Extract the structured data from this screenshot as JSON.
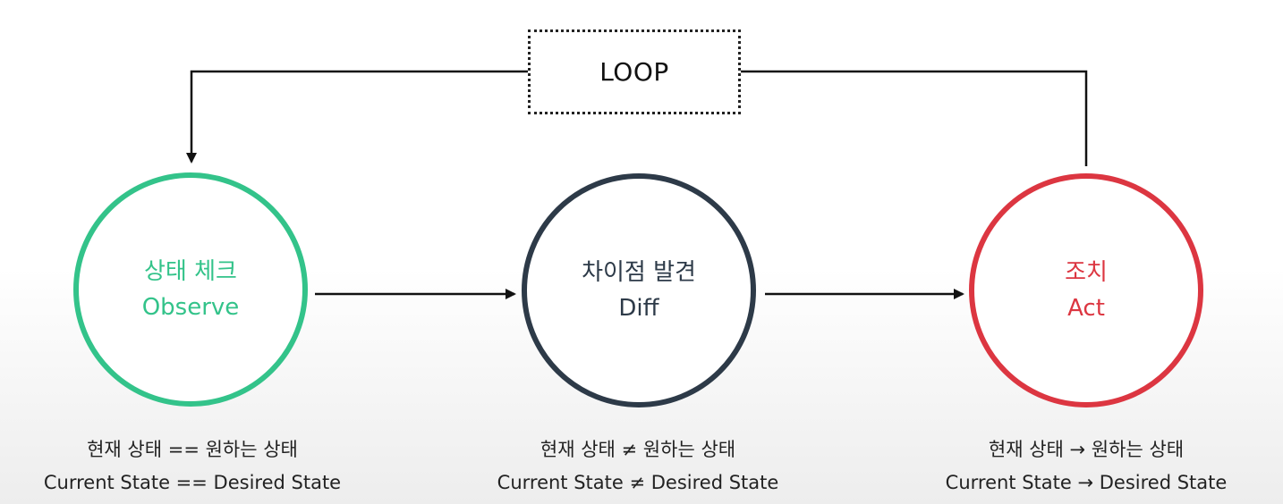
{
  "colors": {
    "observe": "#33c38a",
    "diff": "#2d3a48",
    "act": "#dc3641",
    "line": "#111111"
  },
  "loop": {
    "label": "LOOP"
  },
  "nodes": [
    {
      "id": "observe",
      "ko": "상태 체크",
      "en": "Observe",
      "caption_ko": "현재 상태 == 원하는 상태",
      "caption_en": "Current State == Desired State"
    },
    {
      "id": "diff",
      "ko": "차이점 발견",
      "en": "Diff",
      "caption_ko": "현재 상태 ≠ 원하는 상태",
      "caption_en": "Current State ≠ Desired State"
    },
    {
      "id": "act",
      "ko": "조치",
      "en": "Act",
      "caption_ko": "현재 상태 → 원하는 상태",
      "caption_en": "Current State → Desired State"
    }
  ]
}
